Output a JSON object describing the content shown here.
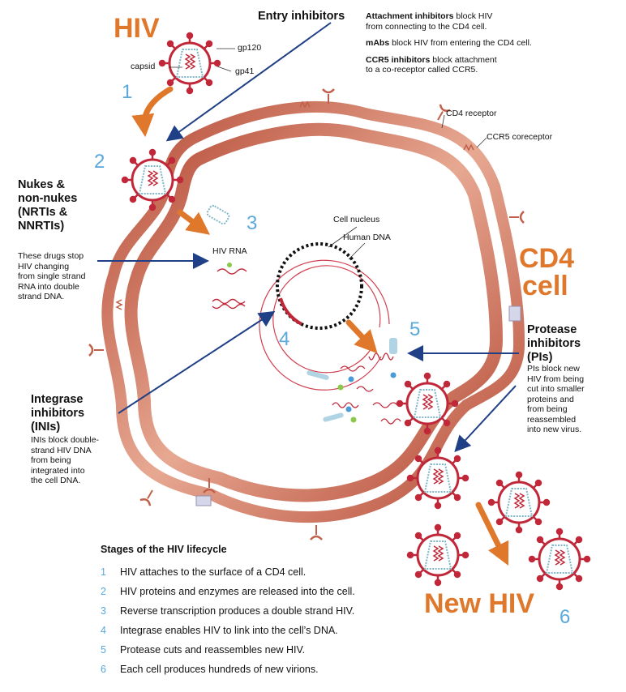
{
  "title_hiv": "HIV",
  "title_cd4": "CD4",
  "title_cell": "cell",
  "title_new_hiv": "New HIV",
  "virus_labels": {
    "capsid": "capsid",
    "gp120": "gp120",
    "gp41": "gp41"
  },
  "cell_labels": {
    "cd4_receptor": "CD4 receptor",
    "ccr5_coreceptor": "CCR5 coreceptor",
    "cell_nucleus": "Cell nucleus",
    "human_dna": "Human DNA",
    "hiv_rna": "HIV RNA"
  },
  "stage_numbers": [
    "1",
    "2",
    "3",
    "4",
    "5",
    "6"
  ],
  "entry": {
    "heading": "Entry inhibitors",
    "attachment_bold": "Attachment inhibitors",
    "attachment_rest": " block HIV",
    "attachment_line2": "from connecting to the CD4 cell.",
    "mabs_bold": "mAbs",
    "mabs_rest": " block HIV from entering the CD4 cell.",
    "ccr5_bold": "CCR5 inhibitors",
    "ccr5_rest": " block attachment",
    "ccr5_line2": "to a co-receptor called CCR5."
  },
  "nukes": {
    "heading": [
      "Nukes &",
      "non-nukes",
      "(NRTIs &",
      "NNRTIs)"
    ],
    "desc": [
      "These drugs stop",
      "HIV changing",
      "from single strand",
      "RNA into double",
      "strand DNA."
    ]
  },
  "integrase": {
    "heading": [
      "Integrase",
      "inhibitors",
      "(INIs)"
    ],
    "desc": [
      "INIs block double-",
      "strand HIV DNA",
      "from being",
      "integrated into",
      "the cell DNA."
    ]
  },
  "protease": {
    "heading": [
      "Protease",
      "inhibitors",
      "(PIs)"
    ],
    "desc": [
      "PIs block new",
      "HIV from being",
      "cut into smaller",
      "proteins and",
      "from being",
      "reassembled",
      "into new virus."
    ]
  },
  "stages": {
    "title": "Stages of the HIV lifecycle",
    "items": [
      {
        "n": "1",
        "text": "HIV attaches to the surface of a CD4 cell."
      },
      {
        "n": "2",
        "text": "HIV proteins and enzymes are released into the cell."
      },
      {
        "n": "3",
        "text": "Reverse transcription produces a double strand HIV."
      },
      {
        "n": "4",
        "text": "Integrase enables HIV to link into the cell’s DNA."
      },
      {
        "n": "5",
        "text": "Protease cuts and reassembles new HIV."
      },
      {
        "n": "6",
        "text": "Each cell produces hundreds of new virions."
      }
    ]
  },
  "colors": {
    "orange": "#e0782c",
    "blue_number": "#5aa8dc",
    "arrow_navy": "#1f3f86",
    "virus_red": "#c0283a",
    "membrane": "#c85f48",
    "capsid_teal": "#7fb6c8"
  }
}
